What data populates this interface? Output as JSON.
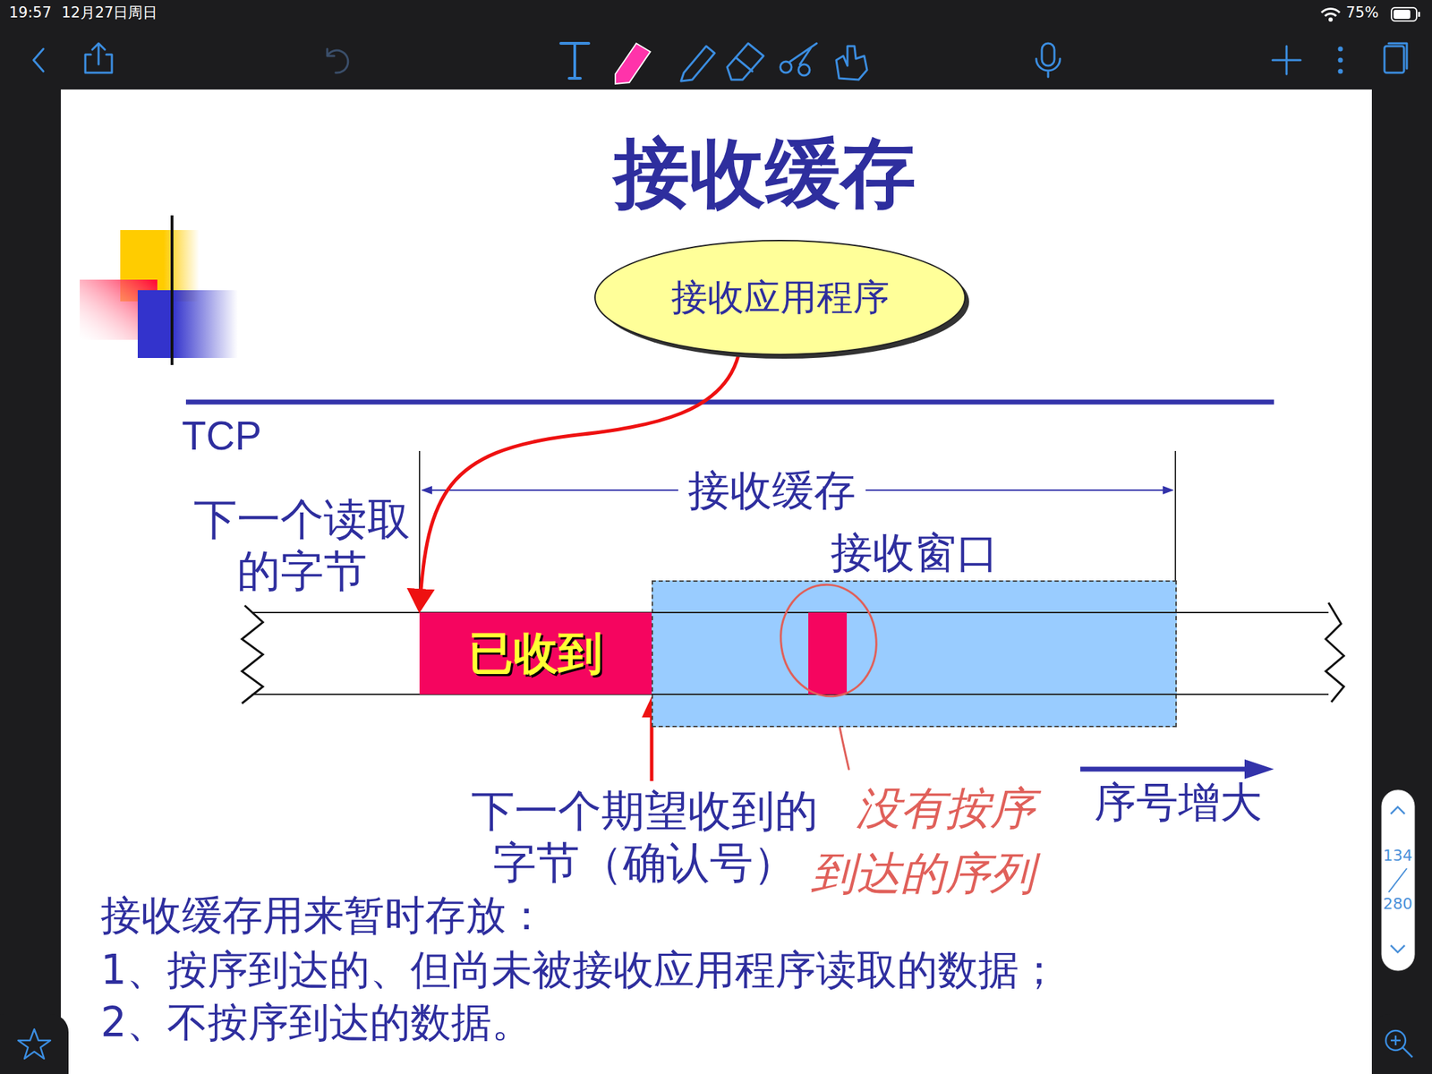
{
  "diagram": {
    "title": "接收缓存",
    "nodes": [
      {
        "text": [
          "接收应用程序"
        ]
      },
      {
        "text": [
          "已收到"
        ]
      },
      {
        "text": [
          "接收窗口"
        ]
      }
    ],
    "edges": [
      {
        "from": 0,
        "to": 1,
        "arrow": "to"
      }
    ],
    "labels": [
      "19:57",
      "12月27日周日",
      "75%",
      "TCP",
      "接收缓存",
      "下一个读取的字节",
      "下一个期望收到的字节（确认号）",
      "没有按序到达的序列",
      "序号增大",
      "接收缓存用来暂时存放：",
      "1、按序到达的、但尚未被接收应用程序读取的数据；",
      "2、不按序到达的数据。",
      "134",
      "280"
    ]
  }
}
